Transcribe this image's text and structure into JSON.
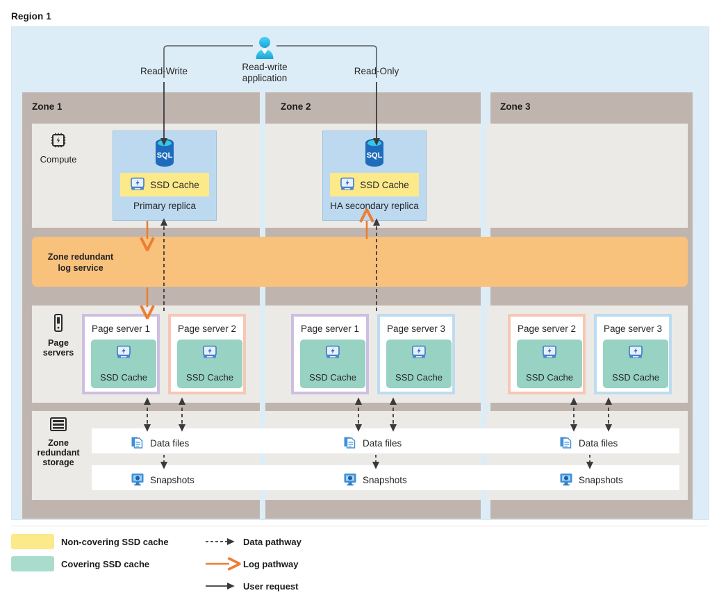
{
  "region": {
    "title": "Region 1"
  },
  "application": {
    "icon": "user-icon",
    "label": "Read-write\napplication",
    "label_line1": "Read-write",
    "label_line2": "application",
    "left_path_label": "Read-Write",
    "right_path_label": "Read-Only"
  },
  "zones": [
    {
      "title": "Zone 1"
    },
    {
      "title": "Zone 2"
    },
    {
      "title": "Zone 3"
    }
  ],
  "rows": {
    "compute": {
      "icon": "cpu-chip-icon",
      "label": "Compute"
    },
    "log": {
      "label_line1": "Zone redundant",
      "label_line2": "log service"
    },
    "page_servers": {
      "icon": "page-server-icon",
      "label_line1": "Page",
      "label_line2": "servers"
    },
    "storage": {
      "icon": "storage-stack-icon",
      "label_line1": "Zone",
      "label_line2": "redundant",
      "label_line3": "storage"
    }
  },
  "replicas": [
    {
      "icon": "sql-database-icon",
      "cache_icon": "ssd-cache-icon",
      "cache_label": "SSD Cache",
      "caption": "Primary replica",
      "zone": "Zone 1"
    },
    {
      "icon": "sql-database-icon",
      "cache_icon": "ssd-cache-icon",
      "cache_label": "SSD Cache",
      "caption": "HA secondary replica",
      "zone": "Zone 2"
    }
  ],
  "page_servers": [
    {
      "title": "Page server 1",
      "cache_label": "SSD Cache",
      "border": "#cdbfe0",
      "zone": "Zone 1"
    },
    {
      "title": "Page server 2",
      "cache_label": "SSD Cache",
      "border": "#f6c7b4",
      "zone": "Zone 1"
    },
    {
      "title": "Page server 1",
      "cache_label": "SSD Cache",
      "border": "#cdbfe0",
      "zone": "Zone 2"
    },
    {
      "title": "Page server 3",
      "cache_label": "SSD Cache",
      "border": "#bcdcf0",
      "zone": "Zone 2"
    },
    {
      "title": "Page server 2",
      "cache_label": "SSD Cache",
      "border": "#f6c7b4",
      "zone": "Zone 3"
    },
    {
      "title": "Page server 3",
      "cache_label": "SSD Cache",
      "border": "#bcdcf0",
      "zone": "Zone 3"
    }
  ],
  "storage": {
    "data_files_label": "Data files",
    "snapshots_label": "Snapshots",
    "data_files_icon": "data-files-icon",
    "snapshots_icon": "snapshots-icon",
    "columns": 3
  },
  "legend": {
    "items": [
      {
        "type": "swatch",
        "color": "#fbe98a",
        "label": "Non-covering SSD cache"
      },
      {
        "type": "swatch",
        "color": "#aadcce",
        "label": "Covering SSD cache"
      },
      {
        "type": "arrow-dashed",
        "color": "#333333",
        "label": "Data pathway"
      },
      {
        "type": "arrow-solid",
        "color": "#ed7d31",
        "label": "Log pathway"
      },
      {
        "type": "arrow-solid",
        "color": "#333333",
        "label": "User request"
      }
    ]
  },
  "colors": {
    "region_bg": "#ddedf8",
    "zone_band": "#c0b5ae",
    "layer_bg": "#eceae7",
    "log_band": "#f8c17c",
    "replica_bg": "#bdd9ef",
    "non_covering_cache": "#fbe98a",
    "covering_cache": "#97d2c2",
    "log_pathway": "#ed7d31",
    "data_pathway": "#333333"
  }
}
